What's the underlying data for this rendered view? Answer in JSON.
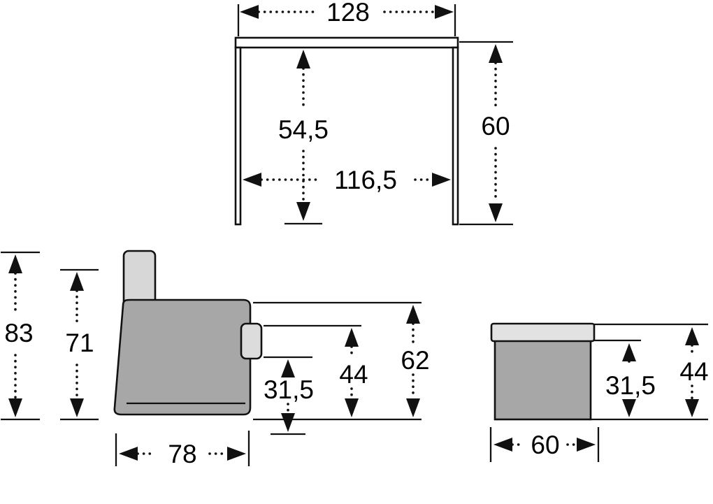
{
  "table": {
    "width": "128",
    "inner_height": "54,5",
    "inner_width": "116,5",
    "height": "60"
  },
  "chair": {
    "total_height": "83",
    "back_height": "71",
    "depth": "78",
    "seat_height": "31,5",
    "arm_height": "44",
    "seat_back_height": "62"
  },
  "stool": {
    "width": "60",
    "seat_height": "31,5",
    "total_height": "44"
  }
}
